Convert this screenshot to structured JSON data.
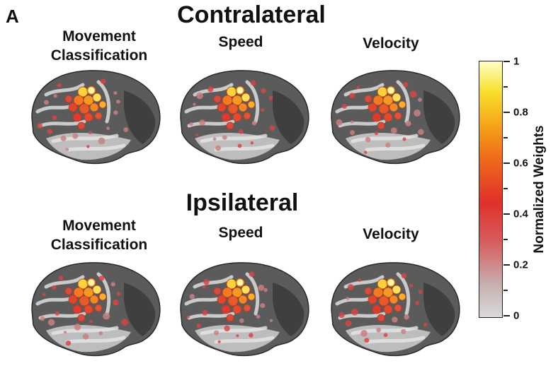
{
  "panel_letter": "A",
  "sections": [
    {
      "title": "Contralateral",
      "panels": [
        {
          "title_line1": "Movement",
          "title_line2": "Classification"
        },
        {
          "title_line1": "Speed",
          "title_line2": ""
        },
        {
          "title_line1": "Velocity",
          "title_line2": ""
        }
      ]
    },
    {
      "title": "Ipsilateral",
      "panels": [
        {
          "title_line1": "Movement",
          "title_line2": "Classification"
        },
        {
          "title_line1": "Speed",
          "title_line2": ""
        },
        {
          "title_line1": "Velocity",
          "title_line2": ""
        }
      ]
    }
  ],
  "colorbar": {
    "label": "Normalized Weights",
    "tick_labels": [
      "0",
      "0.2",
      "0.4",
      "0.6",
      "0.8",
      "1"
    ],
    "range": [
      0,
      1
    ],
    "colors": [
      "#d9d9d9",
      "#c7b3b3",
      "#d65b5b",
      "#e0302a",
      "#ef6a1a",
      "#f7a41a",
      "#f8df2a",
      "#ffffc6"
    ]
  }
}
